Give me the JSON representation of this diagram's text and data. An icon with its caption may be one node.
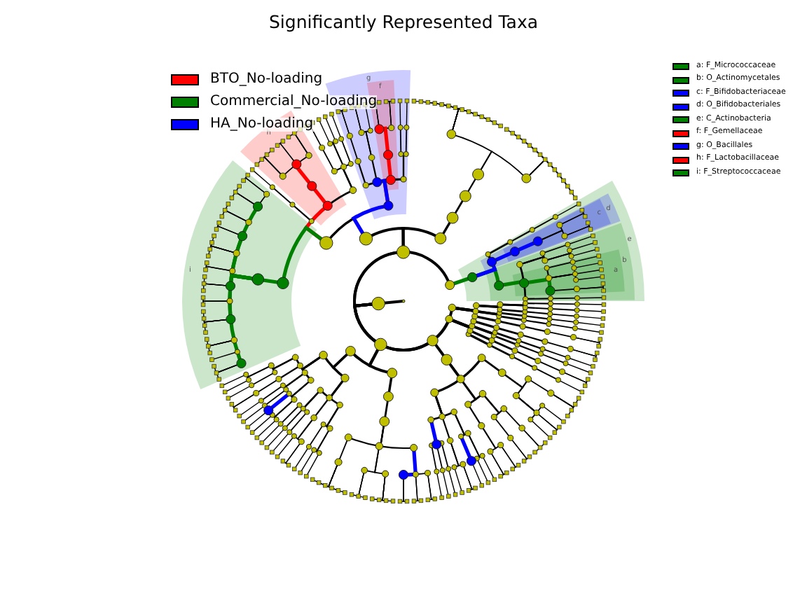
{
  "diagram": {
    "title": "Significantly Represented Taxa",
    "nodes": [
      {
        "text": [
          "g"
        ]
      },
      {
        "text": [
          "f"
        ],
        "in": 0
      },
      {
        "text": [
          "h"
        ]
      },
      {
        "text": [
          "e"
        ]
      },
      {
        "text": [
          "d"
        ],
        "in": 3
      },
      {
        "text": [
          "c"
        ],
        "in": 4
      },
      {
        "text": [
          "b"
        ],
        "in": 3
      },
      {
        "text": [
          "a"
        ],
        "in": 6
      },
      {
        "text": [
          "i"
        ]
      }
    ],
    "legend": [
      {
        "text": "BTO_No-loading",
        "color": "#ff0000"
      },
      {
        "text": "Commercial_No-loading",
        "color": "#008000"
      },
      {
        "text": "HA_No-loading",
        "color": "#0000ff"
      },
      {
        "text": "a: F_Micrococcaceae",
        "color": "#008000"
      },
      {
        "text": "b: O_Actinomycetales",
        "color": "#008000"
      },
      {
        "text": "c: F_Bifidobacteriaceae",
        "color": "#0000ff"
      },
      {
        "text": "d: O_Bifidobacteriales",
        "color": "#0000ff"
      },
      {
        "text": "e: C_Actinobacteria",
        "color": "#008000"
      },
      {
        "text": "f: F_Gemellaceae",
        "color": "#ff0000"
      },
      {
        "text": "g: O_Bacillales",
        "color": "#0000ff"
      },
      {
        "text": "h: F_Lactobacillaceae",
        "color": "#ff0000"
      },
      {
        "text": "i: F_Streptococcaceae",
        "color": "#008000"
      }
    ]
  }
}
